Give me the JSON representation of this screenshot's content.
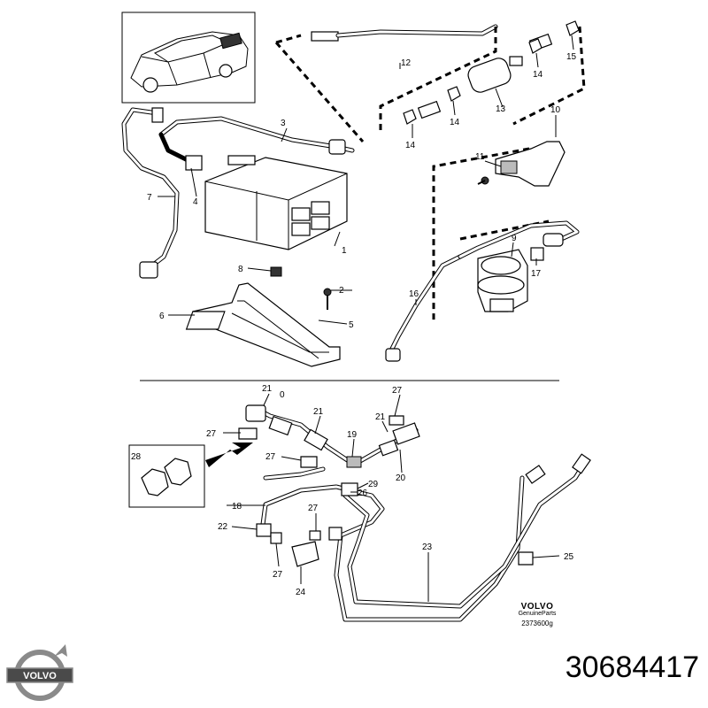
{
  "callouts": {
    "c1": "1",
    "c2": "2",
    "c3": "3",
    "c4": "4",
    "c5": "5",
    "c6": "6",
    "c7": "7",
    "c8": "8",
    "c9": "9",
    "c10": "10",
    "c11": "11",
    "c12": "12",
    "c13": "13",
    "c14a": "14",
    "c14b": "14",
    "c14c": "14",
    "c15": "15",
    "c16": "16",
    "c17": "17",
    "c18": "18",
    "c19": "19",
    "c20": "20",
    "c21a": "21",
    "c21b": "21",
    "c21c": "21",
    "c22": "22",
    "c23": "23",
    "c24": "24",
    "c25": "25",
    "c26": "26",
    "c27a": "27",
    "c27b": "27",
    "c27c": "27",
    "c27d": "27",
    "c27e": "27",
    "c28": "28",
    "c29": "29",
    "c0": "0"
  },
  "branding": {
    "logo_word": "VOLVO",
    "small_word": "VOLVO",
    "small_sub": "GenuineParts",
    "drawing_code": "2373600g"
  },
  "part_number": "30684417"
}
